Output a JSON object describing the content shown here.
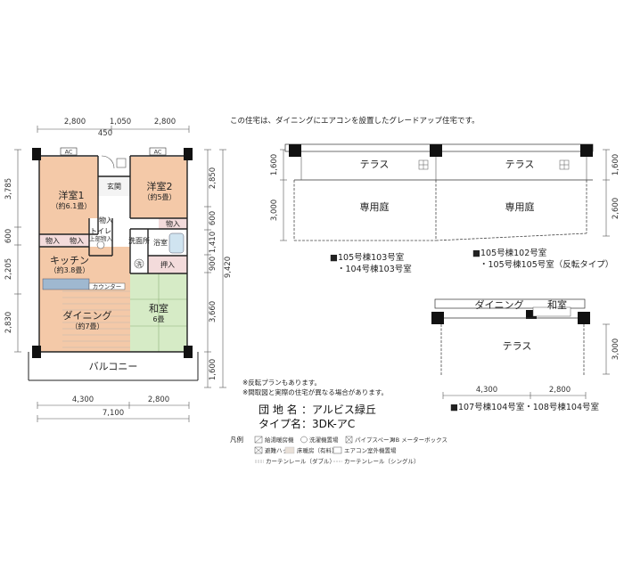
{
  "plan": {
    "top_dims": [
      "2,800",
      "1,050",
      "2,800"
    ],
    "top_span": "450",
    "bottom_dims": [
      "4,300",
      "2,800"
    ],
    "bottom_total": "7,100",
    "left_dims": [
      "3,785",
      "600",
      "2,205",
      "2,830"
    ],
    "right_dims": [
      "2,850",
      "600",
      "1,410",
      "900",
      "3,660",
      "1,600"
    ],
    "right_total": "9,420",
    "ac_label": "AC",
    "rooms": {
      "western1": {
        "name": "洋室1",
        "size": "（約6.1畳）"
      },
      "western2": {
        "name": "洋室2",
        "size": "（約5畳）"
      },
      "entrance": "玄関",
      "storage": "物入",
      "toilet": "トイレ",
      "toilet_storage": "上部物入",
      "kitchen": {
        "name": "キッチン",
        "size": "（約3.8畳）"
      },
      "washroom": "洗面所",
      "washer": "洗",
      "bath": "浴室",
      "closet": "押入",
      "counter": "カウンター",
      "dining": {
        "name": "ダイニング",
        "size": "（約7畳）"
      },
      "japanese": {
        "name": "和室",
        "size": "6畳"
      },
      "balcony": "バルコニー"
    }
  },
  "description": "この住宅は、ダイニングにエアコンを設置したグレードアップ住宅です。",
  "variant_a": {
    "left_dims": [
      "1,600",
      "3,000"
    ],
    "right_dims": [
      "1,600",
      "2,600"
    ],
    "terrace": "テラス",
    "garden": "専用庭",
    "caption1_line1": "■105号棟103号室",
    "caption1_line2": "・104号棟103号室",
    "caption2_line1": "■105号棟102号室",
    "caption2_line2": "・105号棟105号室（反転タイプ）"
  },
  "variant_b": {
    "dining": "ダイニング",
    "japanese": "和室",
    "terrace": "テラス",
    "right_dim": "3,000",
    "bottom_dims": [
      "4,300",
      "2,800"
    ],
    "caption": "■107号棟104号室・108号棟104号室"
  },
  "notes": [
    "※反転プランもあります。",
    "※間取図と実際の住宅が異なる場合があります。"
  ],
  "info": {
    "name_label": "団 地 名",
    "name_value": "：アルビス緑丘",
    "type_label": "タイプ名",
    "type_value": "：3DK-アC"
  },
  "legend": {
    "title": "凡例",
    "items": [
      "給湯暖房機",
      "洗濯機置場",
      "パイプスペース",
      "MB メーターボックス",
      "避難ハッチ",
      "床暖房（有料）",
      "エアコン室外機置場",
      "カーテンレール（ダブル）",
      "カーテンレール（シングル）"
    ]
  }
}
